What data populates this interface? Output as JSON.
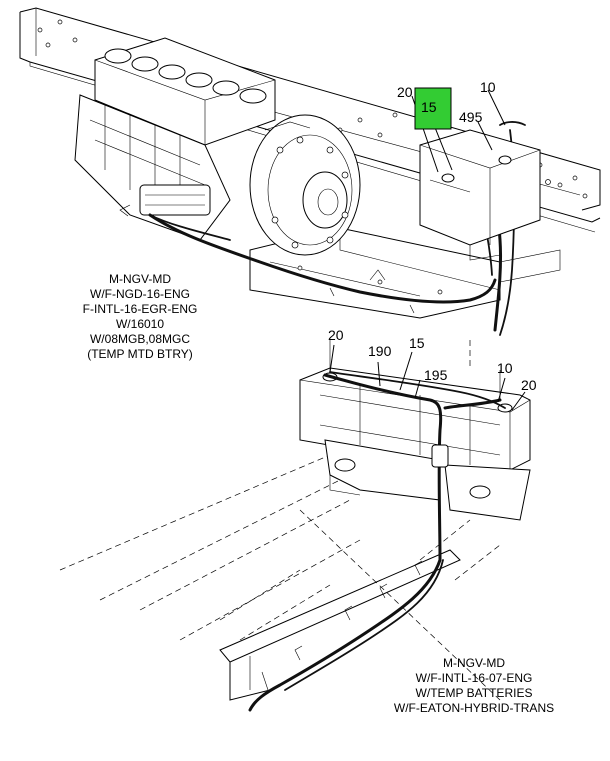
{
  "highlight_color": "#33cc33",
  "upper_view": {
    "callouts": {
      "c20": "20",
      "c15": "15",
      "c10": "10",
      "c495": "495"
    },
    "caption_lines": [
      "M-NGV-MD",
      "W/F-NGD-16-ENG",
      "F-INTL-16-EGR-ENG",
      "W/16010",
      "W/08MGB,08MGC",
      "(TEMP MTD BTRY)"
    ]
  },
  "lower_view": {
    "callouts": {
      "c20a": "20",
      "c190": "190",
      "c15": "15",
      "c195": "195",
      "c10": "10",
      "c20b": "20"
    },
    "caption_lines": [
      "M-NGV-MD",
      "W/F-INTL-16-07-ENG",
      "W/TEMP BATTERIES",
      "W/F-EATON-HYBRID-TRANS"
    ]
  }
}
